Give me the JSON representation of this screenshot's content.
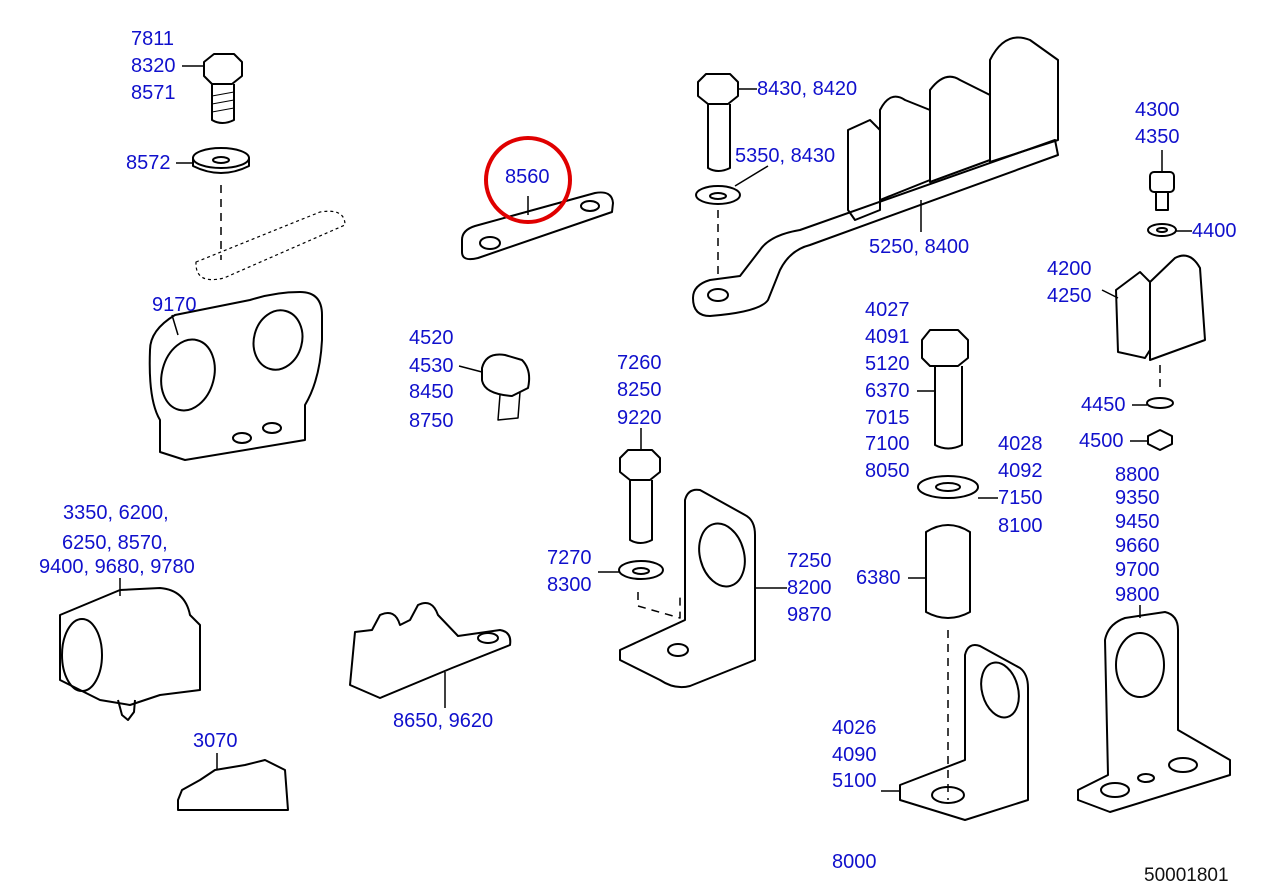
{
  "diagram": {
    "document_number": "50001801",
    "highlighted_callout": "8560",
    "colors": {
      "callout": "#1010cc",
      "highlight": "#e00000",
      "line": "#000000"
    },
    "callouts": {
      "bolt_7811": "7811",
      "bolt_8320": "8320",
      "bolt_8571": "8571",
      "washer_8572": "8572",
      "plate_8560": "8560",
      "bolt_8430_8420": "8430, 8420",
      "washer_5350_8430": "5350, 8430",
      "bracket_5250_8400": "5250, 8400",
      "screw_4300": "4300",
      "screw_4350": "4350",
      "washer_4400": "4400",
      "clip_4200": "4200",
      "clip_4250": "4250",
      "bracket_9170": "9170",
      "clamp_4520": "4520",
      "clamp_4530": "4530",
      "clamp_8450": "8450",
      "clamp_8750": "8750",
      "bolt_7260": "7260",
      "bolt_8250": "8250",
      "bolt_9220": "9220",
      "bolt_4027": "4027",
      "bolt_4091": "4091",
      "bolt_5120": "5120",
      "bolt_6370": "6370",
      "bolt_7015": "7015",
      "bolt_7100": "7100",
      "bolt_8050": "8050",
      "washer_4028": "4028",
      "washer_4092": "4092",
      "washer_7150": "7150",
      "washer_8100": "8100",
      "washer_4450": "4450",
      "nut_4500": "4500",
      "bracket_8800": "8800",
      "bracket_9350": "9350",
      "bracket_9450": "9450",
      "bracket_9660": "9660",
      "bracket_9700": "9700",
      "bracket_9800": "9800",
      "block_line1": "3350, 6200,",
      "block_line2": "6250, 8570,",
      "block_line3": "9400, 9680, 9780",
      "washer_7270": "7270",
      "washer_8300": "8300",
      "bracket_7250": "7250",
      "bracket_8200": "8200",
      "bracket_9870": "9870",
      "spacer_6380": "6380",
      "clip_8650_9620": "8650, 9620",
      "clip_3070": "3070",
      "bracket_4026": "4026",
      "bracket_4090": "4090",
      "bracket_5100": "5100",
      "bracket_8000": "8000"
    }
  }
}
